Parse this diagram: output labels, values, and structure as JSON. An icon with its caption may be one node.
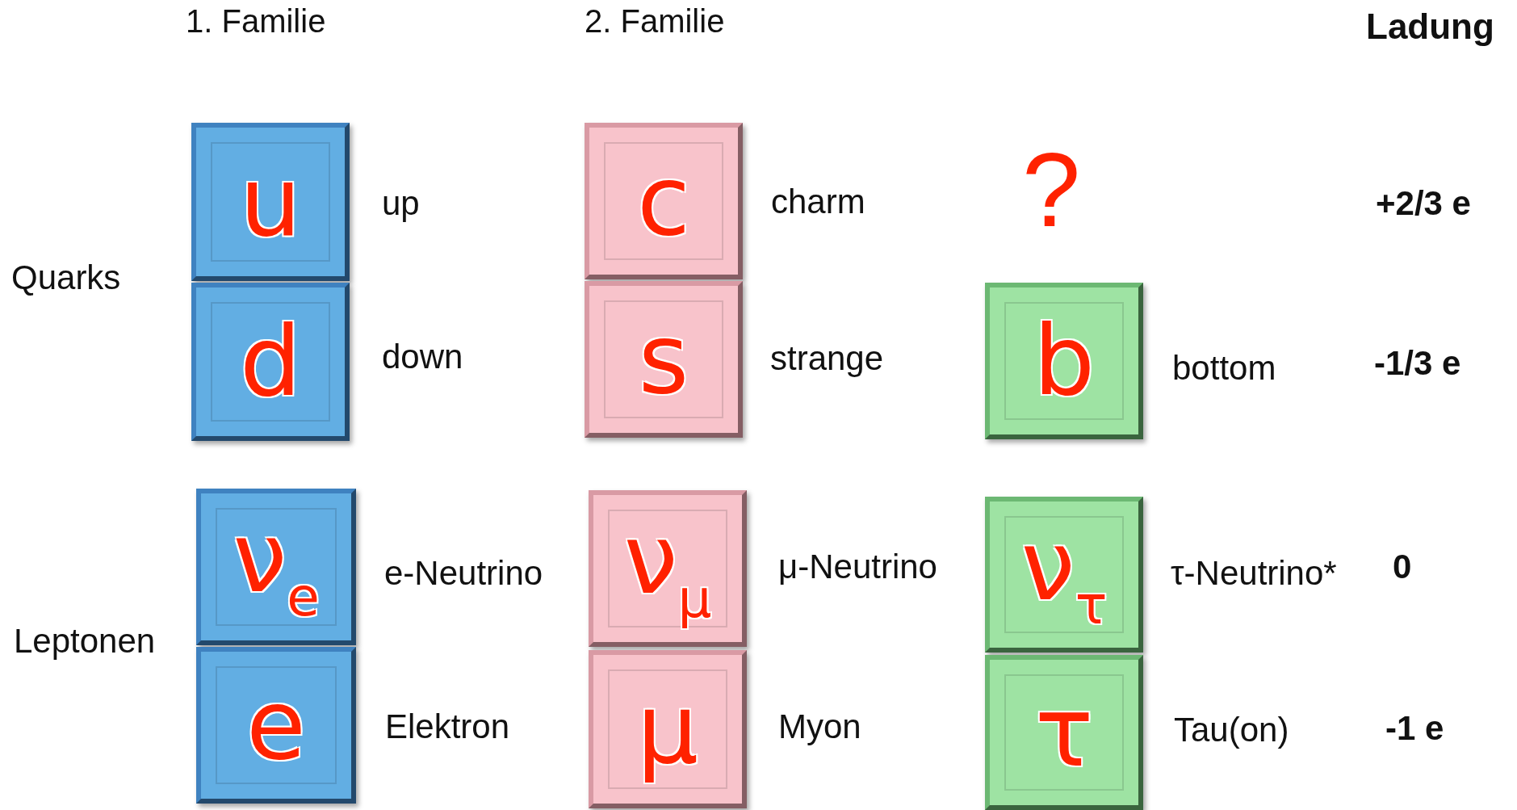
{
  "diagram": {
    "nodes": [
      {
        "text": [
          "u"
        ],
        "beside": [
          "up"
        ]
      },
      {
        "text": [
          "d"
        ],
        "beside": [
          "down"
        ]
      },
      {
        "text": [
          "c"
        ],
        "beside": [
          "charm"
        ]
      },
      {
        "text": [
          "s"
        ],
        "beside": [
          "strange"
        ]
      },
      {
        "text": [
          "b"
        ],
        "beside": [
          "bottom"
        ]
      },
      {
        "text": [
          "ν$_{e}$"
        ],
        "beside": [
          "e-Neutrino"
        ]
      },
      {
        "text": [
          "e"
        ],
        "beside": [
          "Elektron"
        ]
      },
      {
        "text": [
          "ν$_{μ}$"
        ],
        "beside": [
          "μ-Neutrino"
        ]
      },
      {
        "text": [
          "μ"
        ],
        "beside": [
          "Myon"
        ]
      },
      {
        "text": [
          "ν$_{τ}$"
        ],
        "beside": [
          "τ-Neutrino*"
        ]
      },
      {
        "text": [
          "τ"
        ],
        "beside": [
          "Tau(on)"
        ]
      }
    ],
    "edges": [],
    "labels": [
      "1. Familie",
      "2. Familie",
      "Ladung",
      "?",
      "+2/3 e",
      "Quarks",
      "-1/3 e",
      "Leptonen",
      "0",
      "-1 e"
    ]
  }
}
